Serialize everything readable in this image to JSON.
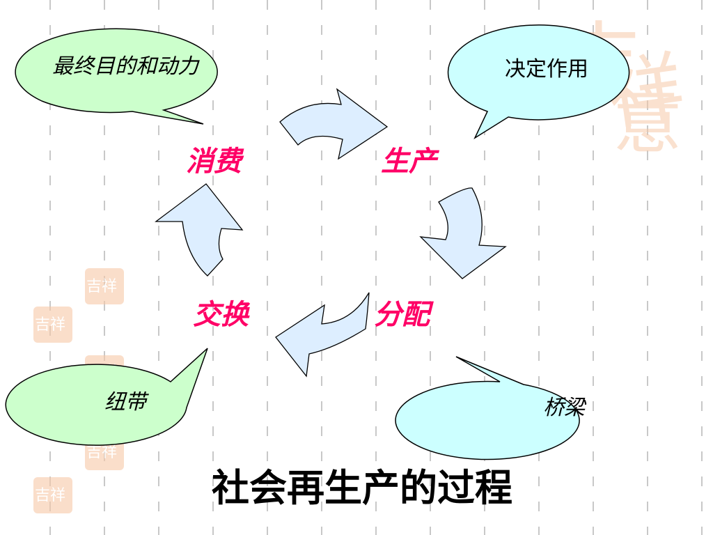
{
  "title": "社会再生产的过程",
  "stages": {
    "consumption": "消费",
    "production": "生产",
    "distribution": "分配",
    "exchange": "交换"
  },
  "bubbles": {
    "consumption_role": "最终目的和动力",
    "production_role": "决定作用",
    "exchange_role": "纽带",
    "distribution_role": "桥梁"
  },
  "watermark": "吉祥意",
  "colors": {
    "stage_text": "#ff0066",
    "green_bubble": "#ccffcc",
    "blue_bubble": "#ccffff",
    "arrow_fill": "#ddeeff",
    "watermark": "#f7c9a8",
    "grid_dash": "#c8c8c8"
  }
}
